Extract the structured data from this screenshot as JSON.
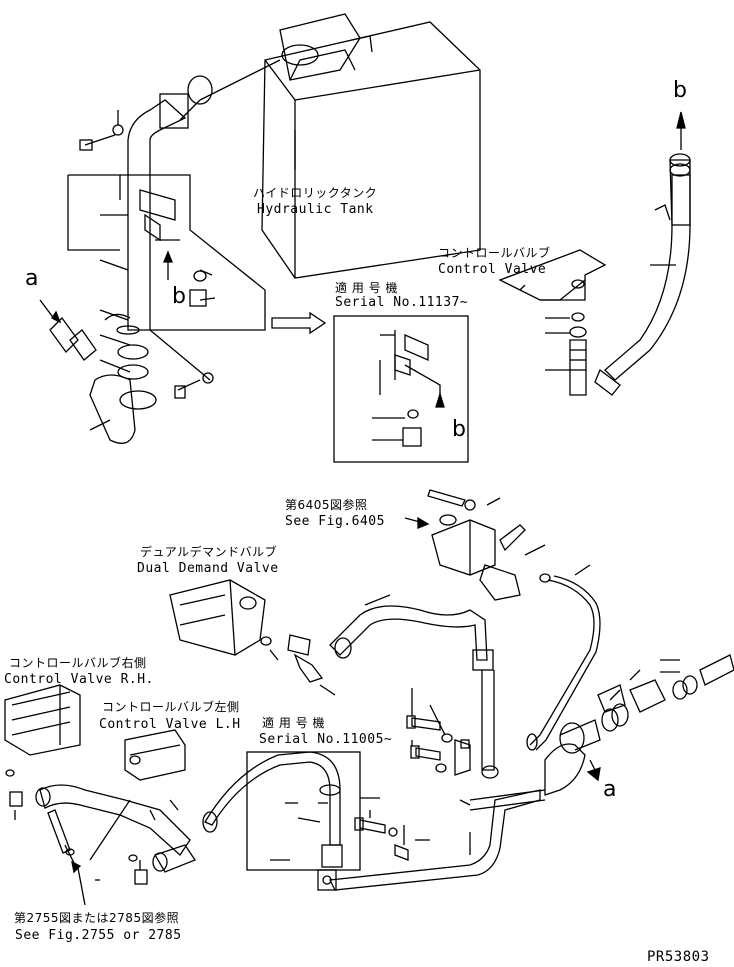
{
  "labels": {
    "hydraulic_tank_jp": "ハイドロリックタンク",
    "hydraulic_tank_en": "Hydraulic Tank",
    "control_valve_jp": "コントロールバルブ",
    "control_valve_en": "Control Valve",
    "serial_1_jp": "適 用 号 機",
    "serial_1_en": "Serial No.11137~",
    "ref_6405_jp": "第6405図参照",
    "ref_6405_en": "See Fig.6405",
    "dual_demand_jp": "デュアルデマンドバルブ",
    "dual_demand_en": "Dual Demand Valve",
    "cv_rh_jp": "コントロールバルブ右側",
    "cv_rh_en": "Control Valve R.H.",
    "cv_lh_jp": "コントロールバルブ左側",
    "cv_lh_en": "Control Valve L.H",
    "serial_2_jp": "適 用 号 機",
    "serial_2_en": "Serial No.11005~",
    "ref_2755_jp": "第2755図または2785図参照",
    "ref_2755_en": "See Fig.2755 or 2785",
    "drawing_no": "PR53803"
  },
  "callouts": {
    "a_top": "a",
    "b_top": "b",
    "b_inset": "b",
    "b_right": "b",
    "a_bottom": "a"
  }
}
